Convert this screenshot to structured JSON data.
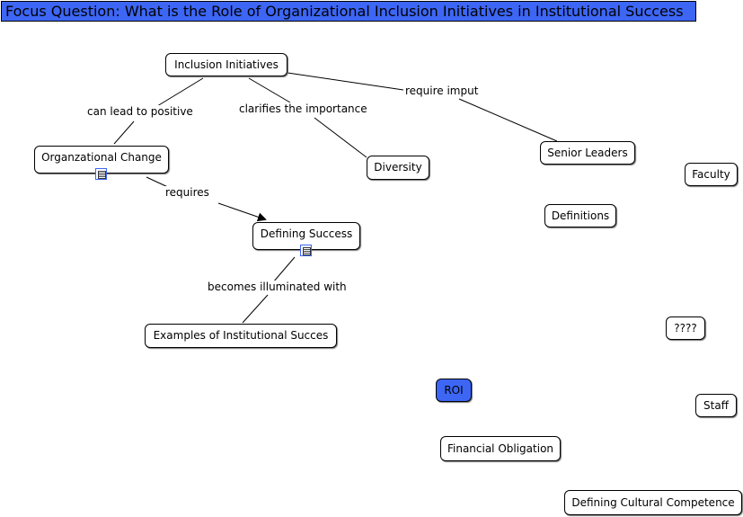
{
  "focus_question": "Focus Question: What is the Role of Organizational Inclusion Initiatives in Institutional Success",
  "nodes": {
    "inclusion_initiatives": "Inclusion Initiatives",
    "organizational_change": "Organzational Change",
    "diversity": "Diversity",
    "senior_leaders": "Senior Leaders",
    "faculty": "Faculty",
    "definitions": "Definitions",
    "defining_success": "Defining Success",
    "examples": "Examples of Institutional Succes",
    "unknown": "????",
    "roi": "ROI",
    "staff": "Staff",
    "financial_obligation": "Financial Obligation",
    "cultural_competence": "Defining Cultural Competence"
  },
  "links": {
    "can_lead_to_positive": "can lead to positive",
    "clarifies_the_importance": "clarifies the importance",
    "require_imput": "require imput",
    "requires": "requires",
    "becomes_illuminated_with": "becomes illuminated with"
  },
  "icons": {
    "resource": "resource-document-icon"
  },
  "colors": {
    "accent": "#3d66f5"
  }
}
